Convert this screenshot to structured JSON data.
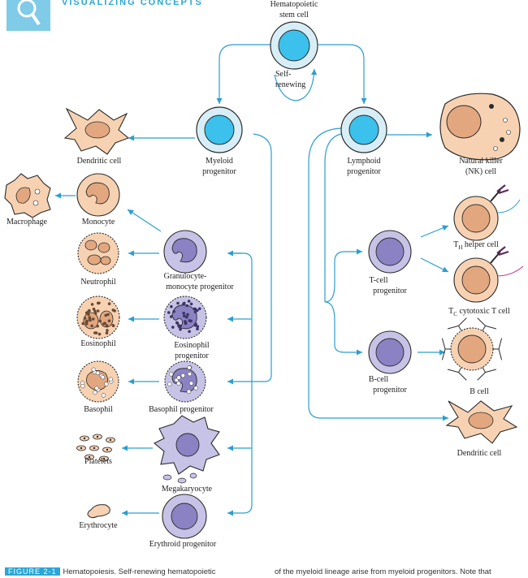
{
  "header": {
    "text": "VISUALIZING CONCEPTS"
  },
  "caption": {
    "figure_tag": "FIGURE 2-1",
    "left_text": "Hematopoiesis.  Self-renewing   hematopoietic",
    "right_text": "of the myeloid lineage arise from myeloid progenitors. Note that"
  },
  "labels": {
    "hsc": [
      "Hematopoietic",
      "stem cell"
    ],
    "self_renewing": [
      "Self-",
      "renewing"
    ],
    "myeloid": [
      "Myeloid",
      "progenitor"
    ],
    "lymphoid": [
      "Lymphoid",
      "progenitor"
    ],
    "dendritic_left": "Dendritic cell",
    "nk": [
      "Natural killer",
      "(NK) cell"
    ],
    "macrophage": "Macrophage",
    "monocyte": "Monocyte",
    "neutrophil": "Neutrophil",
    "gmp": [
      "Granulocyte-",
      "monocyte progenitor"
    ],
    "eosinophil": "Eosinophil",
    "eos_prog": [
      "Eosinophil",
      "progenitor"
    ],
    "basophil": "Basophil",
    "baso_prog": "Basophil progenitor",
    "platelets": "Platelets",
    "megakaryocyte": "Megakaryocyte",
    "erythrocyte": "Erythrocyte",
    "erythroid": "Erythroid progenitor",
    "tcell_prog": [
      "T-cell",
      "progenitor"
    ],
    "th_main": "T",
    "th_sub": "H",
    "th_rest": " helper cell",
    "tc_main": "T",
    "tc_sub": "C",
    "tc_rest": " cytotoxic T cell",
    "bcell_prog": [
      "B-cell",
      "progenitor"
    ],
    "bcell": "B cell",
    "dendritic_right": "Dendritic cell"
  },
  "colors": {
    "arrow": "#2a9fd0",
    "stem_fill": "#3cc0ec",
    "stem_ring": "#d8eef7",
    "peach": "#f7d2b2",
    "peach_nucleus": "#e3a77f",
    "lavender": "#c7c3e6",
    "lavender_nucleus": "#8a82c3",
    "outline": "#2b2b2b"
  }
}
